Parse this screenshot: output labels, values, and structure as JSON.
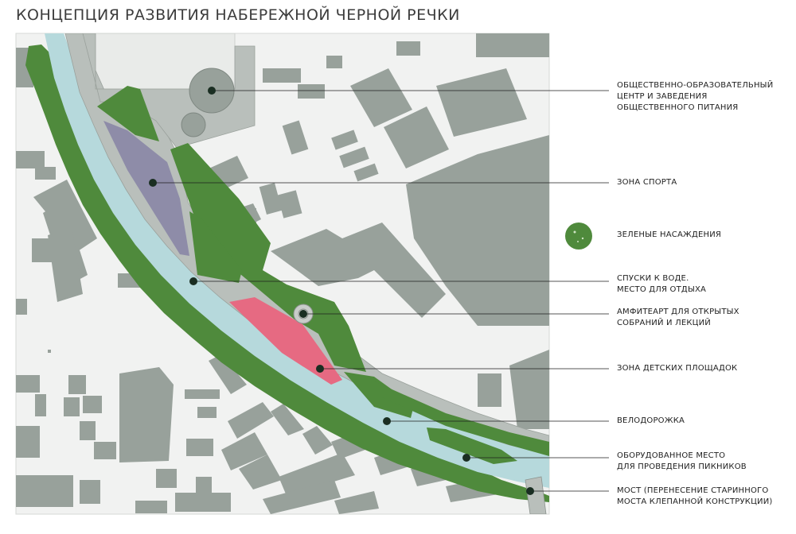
{
  "title": "КОНЦЕПЦИЯ РАЗВИТИЯ НАБЕРЕЖНОЙ ЧЕРНОЙ РЕЧКИ",
  "colors": {
    "building": "#98a19b",
    "paving": "#b9bfbb",
    "green": "#4f8a3c",
    "river": "#b6d9dc",
    "sport": "#8e8ca8",
    "kids": "#e66a82",
    "background": "#f1f2f1"
  },
  "legend": [
    {
      "id": "education",
      "text": "ОБЩЕСТВЕННО-ОБРАЗОВАТЕЛЬНЫЙ\nЦЕНТР И ЗАВЕДЕНИЯ\nОБЩЕСТВЕННОГО ПИТАНИЯ"
    },
    {
      "id": "sport",
      "text": "ЗОНА СПОРТА"
    },
    {
      "id": "greenery",
      "text": "ЗЕЛЕНЫЕ НАСАЖДЕНИЯ"
    },
    {
      "id": "descents",
      "text": "СПУСКИ К ВОДЕ.\nМЕСТО ДЛЯ ОТДЫХА"
    },
    {
      "id": "amphitheater",
      "text": "АМФИТЕАРТ ДЛЯ ОТКРЫТЫХ\nСОБРАНИЙ И ЛЕКЦИЙ"
    },
    {
      "id": "kids",
      "text": "ЗОНА ДЕТСКИХ ПЛОЩАДОК"
    },
    {
      "id": "bike",
      "text": "ВЕЛОДОРОЖКА"
    },
    {
      "id": "picnic",
      "text": "ОБОРУДОВАННОЕ МЕСТО\nДЛЯ ПРОВЕДЕНИЯ ПИКНИКОВ"
    },
    {
      "id": "bridge",
      "text": "МОСТ (ПЕРЕНЕСЕНИЕ СТАРИННОГО\nМОСТА КЛЕПАННОЙ КОНСТРУКЦИИ)"
    }
  ]
}
